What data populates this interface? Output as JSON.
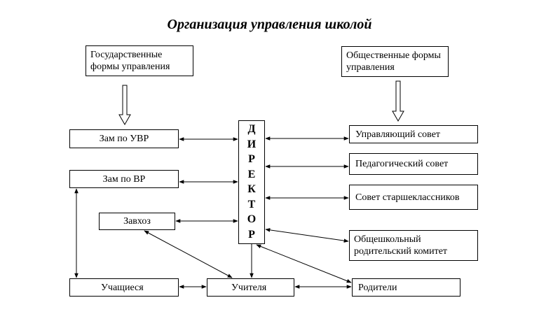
{
  "title": "Организация управления школой",
  "boxes": {
    "state_forms": "Государственные формы управления",
    "public_forms": "Общественные формы управления",
    "deputy_uvr": "Зам по УВР",
    "deputy_vr": "Зам по ВР",
    "supply_manager": "Завхоз",
    "students": "Учащиеся",
    "teachers": "Учителя",
    "parents": "Родители",
    "governing_council": "Управляющий совет",
    "pedagogical_council": "Педагогический совет",
    "senior_council": "Совет старшеклассников",
    "parent_committee": "Общешкольный родительский комитет"
  },
  "director_letters": [
    "Д",
    "И",
    "Р",
    "Е",
    "К",
    "Т",
    "О",
    "Р"
  ]
}
